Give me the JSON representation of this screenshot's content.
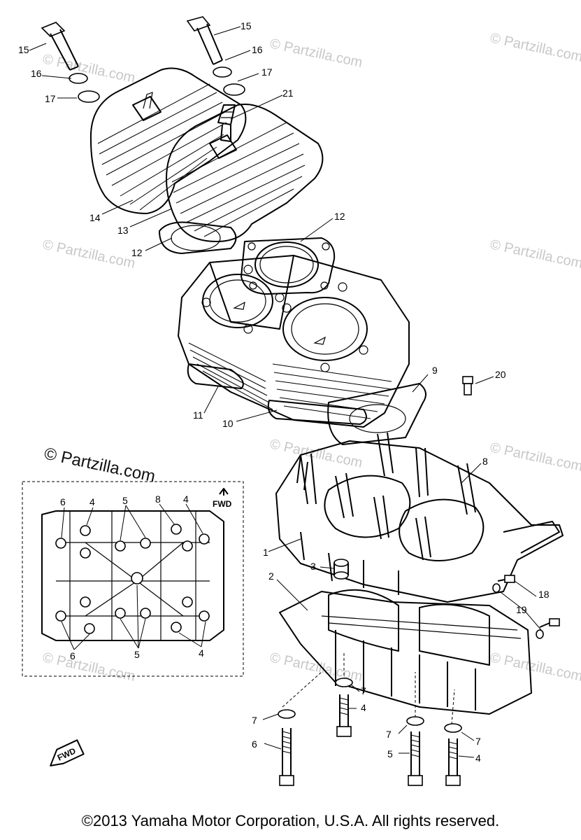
{
  "watermark": {
    "text": "© Partzilla.com"
  },
  "callouts": {
    "c1": "1",
    "c2": "2",
    "c3": "3",
    "c4a": "4",
    "c4b": "4",
    "c4c": "4",
    "c4d": "4",
    "c4e": "4",
    "c5a": "5",
    "c5b": "5",
    "c5c": "5",
    "c6a": "6",
    "c6b": "6",
    "c6c": "6",
    "c7a": "7",
    "c7b": "7",
    "c7c": "7",
    "c7d": "7",
    "c8": "8",
    "c8b": "8",
    "c9": "9",
    "c10": "10",
    "c11": "11",
    "c12a": "12",
    "c12b": "12",
    "c13": "13",
    "c14": "14",
    "c15a": "15",
    "c15b": "15",
    "c16a": "16",
    "c16b": "16",
    "c17a": "17",
    "c17b": "17",
    "c18": "18",
    "c19": "19",
    "c20": "20",
    "c21": "21"
  },
  "inset": {
    "fwd_label": "FWD"
  },
  "fwd_arrow_label": "FWD",
  "footer": {
    "copyright": "©2013  Yamaha Motor Corporation, U.S.A. All rights reserved."
  }
}
